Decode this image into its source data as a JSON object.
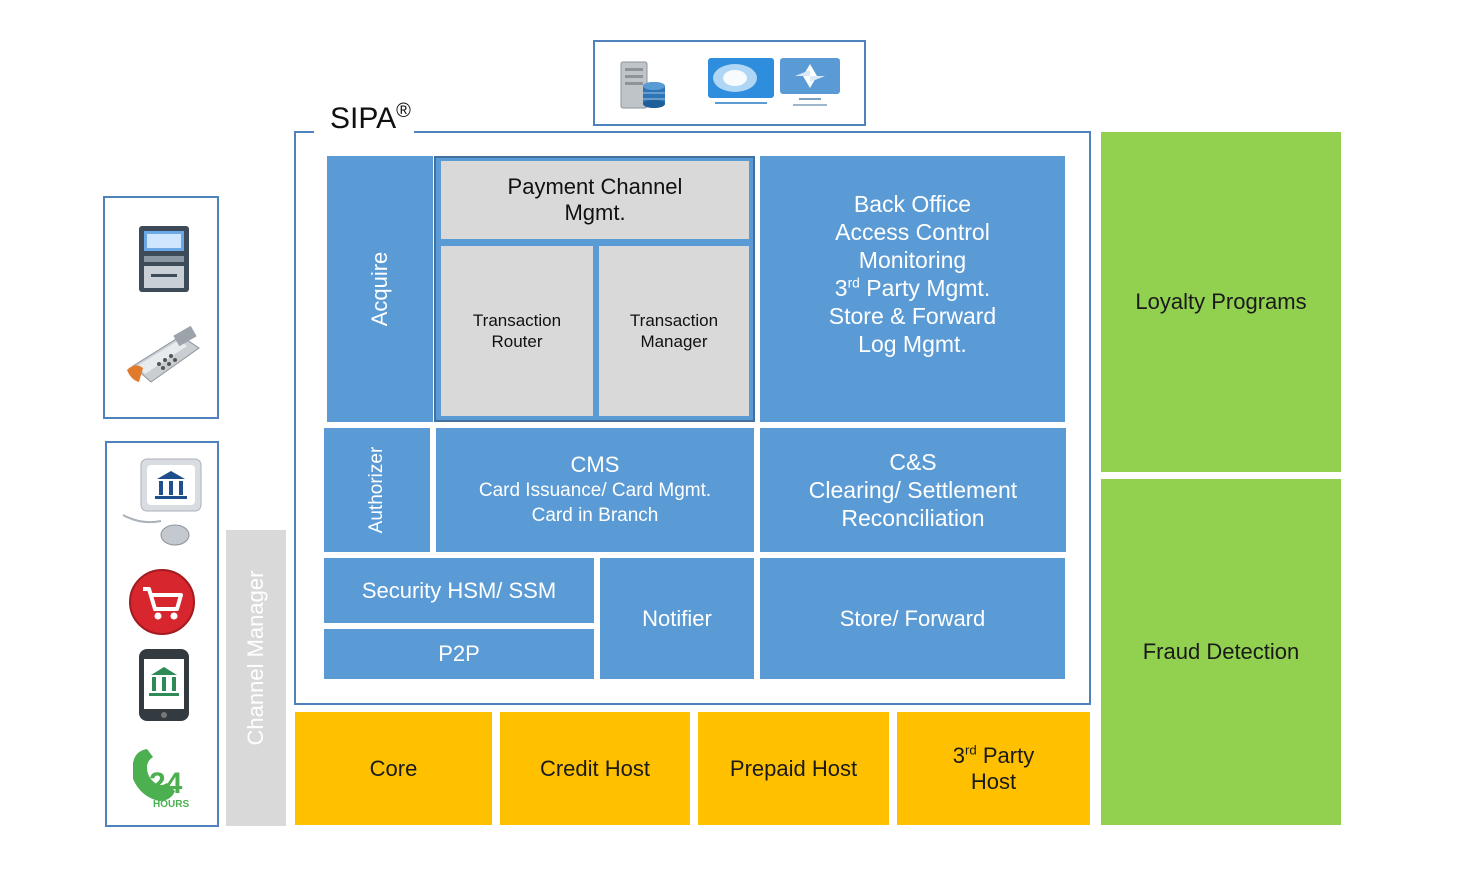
{
  "header": {
    "title": "SIPA",
    "registered_mark": "®"
  },
  "top_icons": [
    "database-server-icon",
    "bank-card-logo-icon",
    "shaparak-logo-icon"
  ],
  "devices_top": [
    "atm-icon",
    "pos-terminal-icon"
  ],
  "devices_bottom": [
    "internet-banking-icon",
    "e-commerce-cart-icon",
    "mobile-banking-icon",
    "24-hours-phone-banking-icon"
  ],
  "channel_manager": "Channel Manager",
  "sipa": {
    "acquire": "Acquire",
    "payment_channel": [
      "Payment Channel",
      "Mgmt."
    ],
    "transaction_router": [
      "Transaction",
      "Router"
    ],
    "transaction_manager": [
      "Transaction",
      "Manager"
    ],
    "back_office": {
      "line1": "Back Office",
      "line2": "Access Control",
      "line3": "Monitoring",
      "line4_num": "3",
      "line4_sup": "rd",
      "line4_rest": " Party Mgmt.",
      "line5": "Store & Forward",
      "line6": "Log Mgmt."
    },
    "authorizer": "Authorizer",
    "cms": [
      "CMS",
      "Card Issuance/ Card Mgmt.",
      "Card in Branch"
    ],
    "cs": [
      "C&S",
      "Clearing/ Settlement",
      "Reconciliation"
    ],
    "security": "Security HSM/ SSM",
    "p2p": "P2P",
    "notifier": "Notifier",
    "store_forward": "Store/ Forward"
  },
  "hosts": {
    "core": "Core",
    "credit": "Credit Host",
    "prepaid": "Prepaid Host",
    "third_party_num": "3",
    "third_party_sup": "rd",
    "third_party_rest": " Party",
    "third_party_line2": "Host"
  },
  "right": {
    "loyalty": "Loyalty Programs",
    "fraud": "Fraud Detection"
  },
  "colors": {
    "blue": "#5b9bd5",
    "grey": "#d9d9d9",
    "green": "#92d050",
    "yellow": "#ffc000",
    "frame": "#4f81bd"
  }
}
